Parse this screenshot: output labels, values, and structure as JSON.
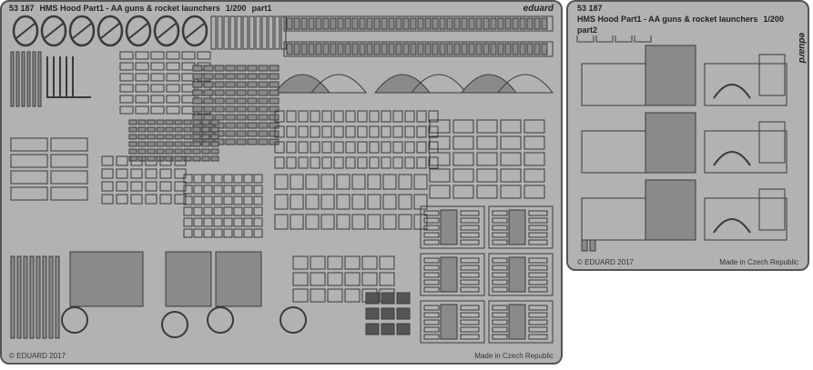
{
  "fret_part1": {
    "code": "53 187",
    "title": "HMS Hood Part1 - AA guns & rocket launchers",
    "scale": "1/200",
    "part": "part1",
    "brand": "eduard",
    "copyright": "© EDUARD 2017",
    "origin": "Made in Czech Republic"
  },
  "fret_part2": {
    "code": "53 187",
    "title": "HMS Hood Part1 - AA guns & rocket launchers",
    "scale": "1/200",
    "part": "part2",
    "brand": "eduard",
    "copyright": "© EDUARD 2017",
    "origin": "Made in Czech Republic"
  },
  "colors": {
    "metal": "#b2b2b2",
    "outline": "#3a3a3a",
    "shade": "#8a8a8a"
  }
}
